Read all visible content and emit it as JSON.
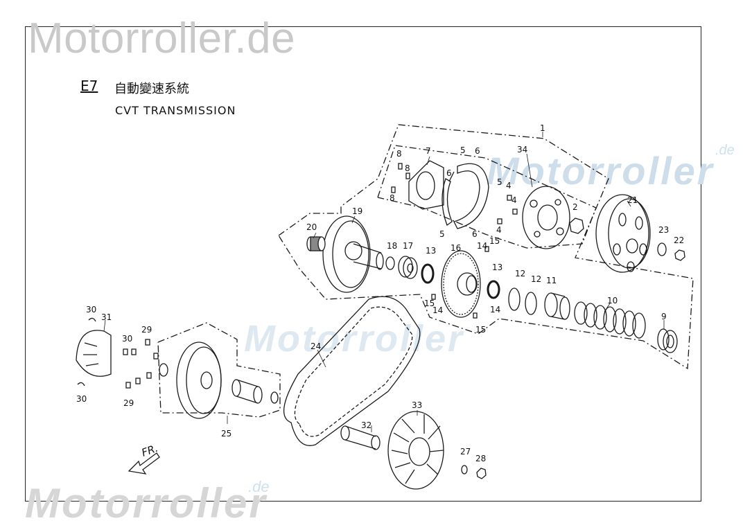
{
  "watermarks": {
    "top": "Motorroller.de",
    "bottom": "Motorroller",
    "bottom_suffix": ".de",
    "center": "Motorroller",
    "right": "Motorroller",
    "right_suffix": ".de"
  },
  "header": {
    "code": "E7",
    "title_cn": "自動變速系統",
    "title_en": "CVT TRANSMISSION"
  },
  "direction_label": "FR.",
  "part_numbers": [
    "1",
    "2",
    "4",
    "4",
    "4",
    "5",
    "5",
    "5",
    "6",
    "6",
    "6",
    "7",
    "8",
    "8",
    "8",
    "9",
    "10",
    "11",
    "12",
    "12",
    "13",
    "13",
    "14",
    "14",
    "14",
    "15",
    "15",
    "15",
    "16",
    "17",
    "18",
    "19",
    "20",
    "21",
    "22",
    "23",
    "24",
    "25",
    "27",
    "28",
    "29",
    "29",
    "30",
    "30",
    "30",
    "31",
    "32",
    "33",
    "34"
  ],
  "colors": {
    "line": "#1a1a1a",
    "watermark_grey": "#c9c9c9",
    "watermark_blue": "#cdddea"
  }
}
